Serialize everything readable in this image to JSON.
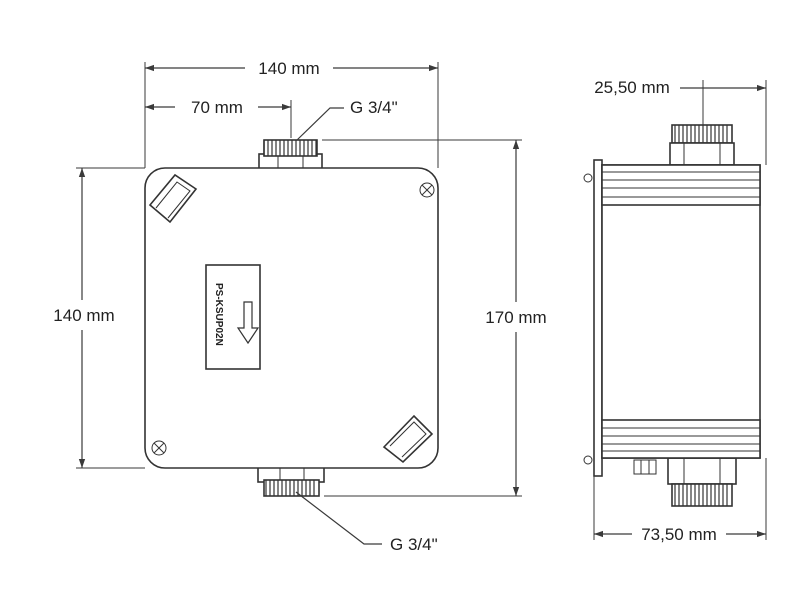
{
  "dimensions": {
    "total_width": "140 mm",
    "half_width": "70 mm",
    "height": "140 mm",
    "total_height": "170 mm",
    "side_offset": "25,50 mm",
    "side_depth": "73,50 mm"
  },
  "connections": {
    "top_thread": "G 3/4\"",
    "bottom_thread": "G 3/4\""
  },
  "label_plate": {
    "model_code": "PS-KSUP02N"
  }
}
